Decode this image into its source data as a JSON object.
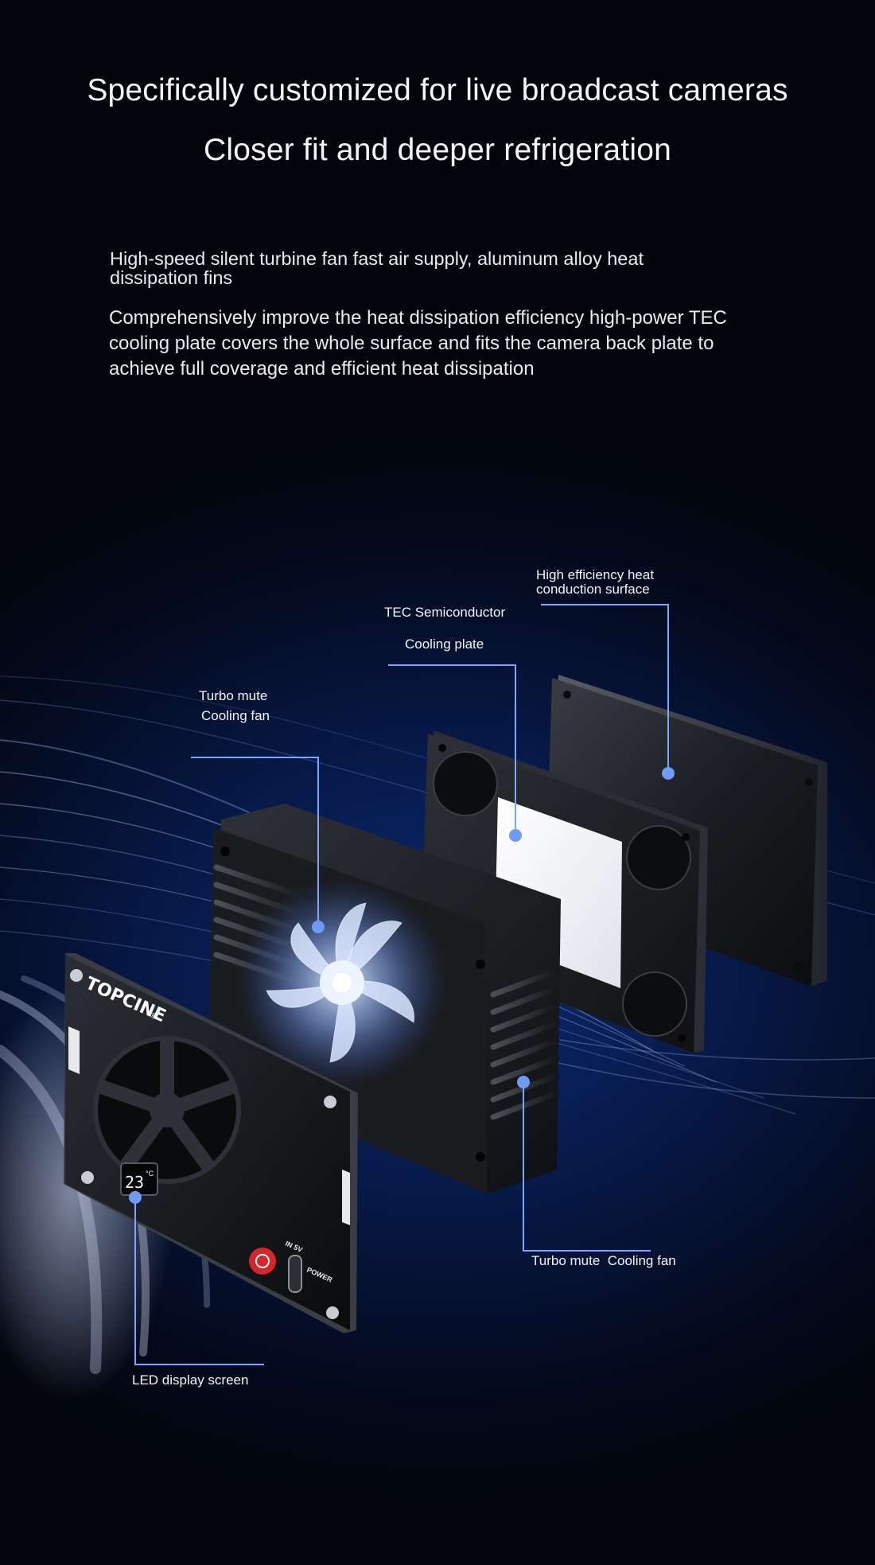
{
  "headline": {
    "line1": "Specifically customized for live broadcast cameras",
    "line2": "Closer fit and deeper refrigeration"
  },
  "description": {
    "para1": "High-speed silent turbine fan fast air supply, aluminum alloy heat dissipation fins",
    "para2": "Comprehensively improve the heat dissipation efficiency high-power TEC cooling plate covers the whole surface and fits the camera back plate to achieve full coverage and efficient heat dissipation"
  },
  "callouts": {
    "conduction_surface": {
      "line1": "High efficiency heat",
      "line2": "conduction surface"
    },
    "tec_plate": {
      "line1": "TEC Semiconductor",
      "line2": "Cooling plate"
    },
    "fan_top": {
      "line1": "Turbo mute",
      "line2": "Cooling fan"
    },
    "fan_bottom": {
      "text": "Turbo mute  Cooling fan"
    },
    "led_screen": {
      "text": "LED display screen"
    }
  },
  "device": {
    "brand": "TOPCINE",
    "trademark": "®",
    "display_reading": "23",
    "display_unit": "°C",
    "port_label": "IN 5V",
    "power_label": "POWER"
  },
  "colors": {
    "callout_line": "#7aa6ff",
    "callout_dot": "#6e9cf4",
    "power_button": "#d6262a",
    "background_deep": "#020409",
    "background_glow": "#0b2a74"
  }
}
